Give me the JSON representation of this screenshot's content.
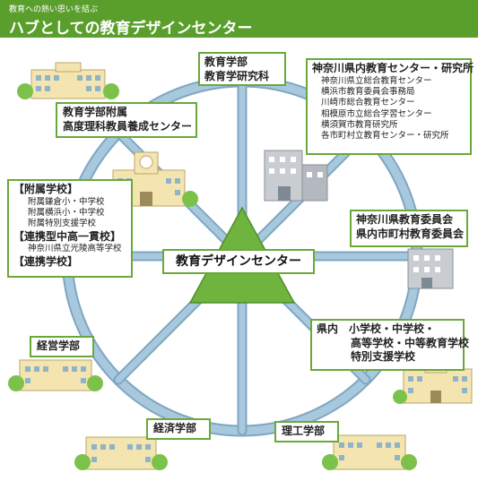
{
  "header": {
    "subtitle": "教育への熱い思いを結ぶ",
    "title": "ハブとしての教育デザインセンター"
  },
  "center": {
    "label": "教育デザインセンター"
  },
  "nodes": {
    "education": {
      "lines": [
        "教育学部",
        "教育学研究科"
      ]
    },
    "affiliated_training": {
      "lines": [
        "教育学部附属",
        "高度理科教員養成センター"
      ]
    },
    "prefectural_centers": {
      "title": "神奈川県内教育センター・研究所",
      "items": [
        "神奈川県立総合教育センター",
        "横浜市教育委員会事務局",
        "川崎市総合教育センター",
        "相模原市立総合学習センター",
        "横須賀市教育研究所",
        "各市町村立教育センター・研究所"
      ]
    },
    "schools": {
      "heading1": "【附属学校】",
      "items1": [
        "附属鎌倉小・中学校",
        "附属横浜小・中学校",
        "附属特別支援学校"
      ],
      "heading2": "【連携型中高一貫校】",
      "items2": [
        "神奈川県立光陵高等学校"
      ],
      "heading3": "【連携学校】"
    },
    "boards": {
      "lines": [
        "神奈川県教育委員会",
        "県内市町村教育委員会"
      ]
    },
    "prefectural_schools": {
      "lines": [
        "県内　小学校・中学校・",
        "高等学校・中等教育学校",
        "特別支援学校"
      ]
    },
    "business": {
      "label": "経営学部"
    },
    "economics": {
      "label": "経済学部"
    },
    "engineering": {
      "label": "理工学部"
    }
  },
  "colors": {
    "header_bg": "#5a9f2c",
    "wheel": "#a8c8de",
    "wheel_edge": "#7fa6c2",
    "hub": "#6fb43f",
    "box_border": "#6aa83a"
  }
}
